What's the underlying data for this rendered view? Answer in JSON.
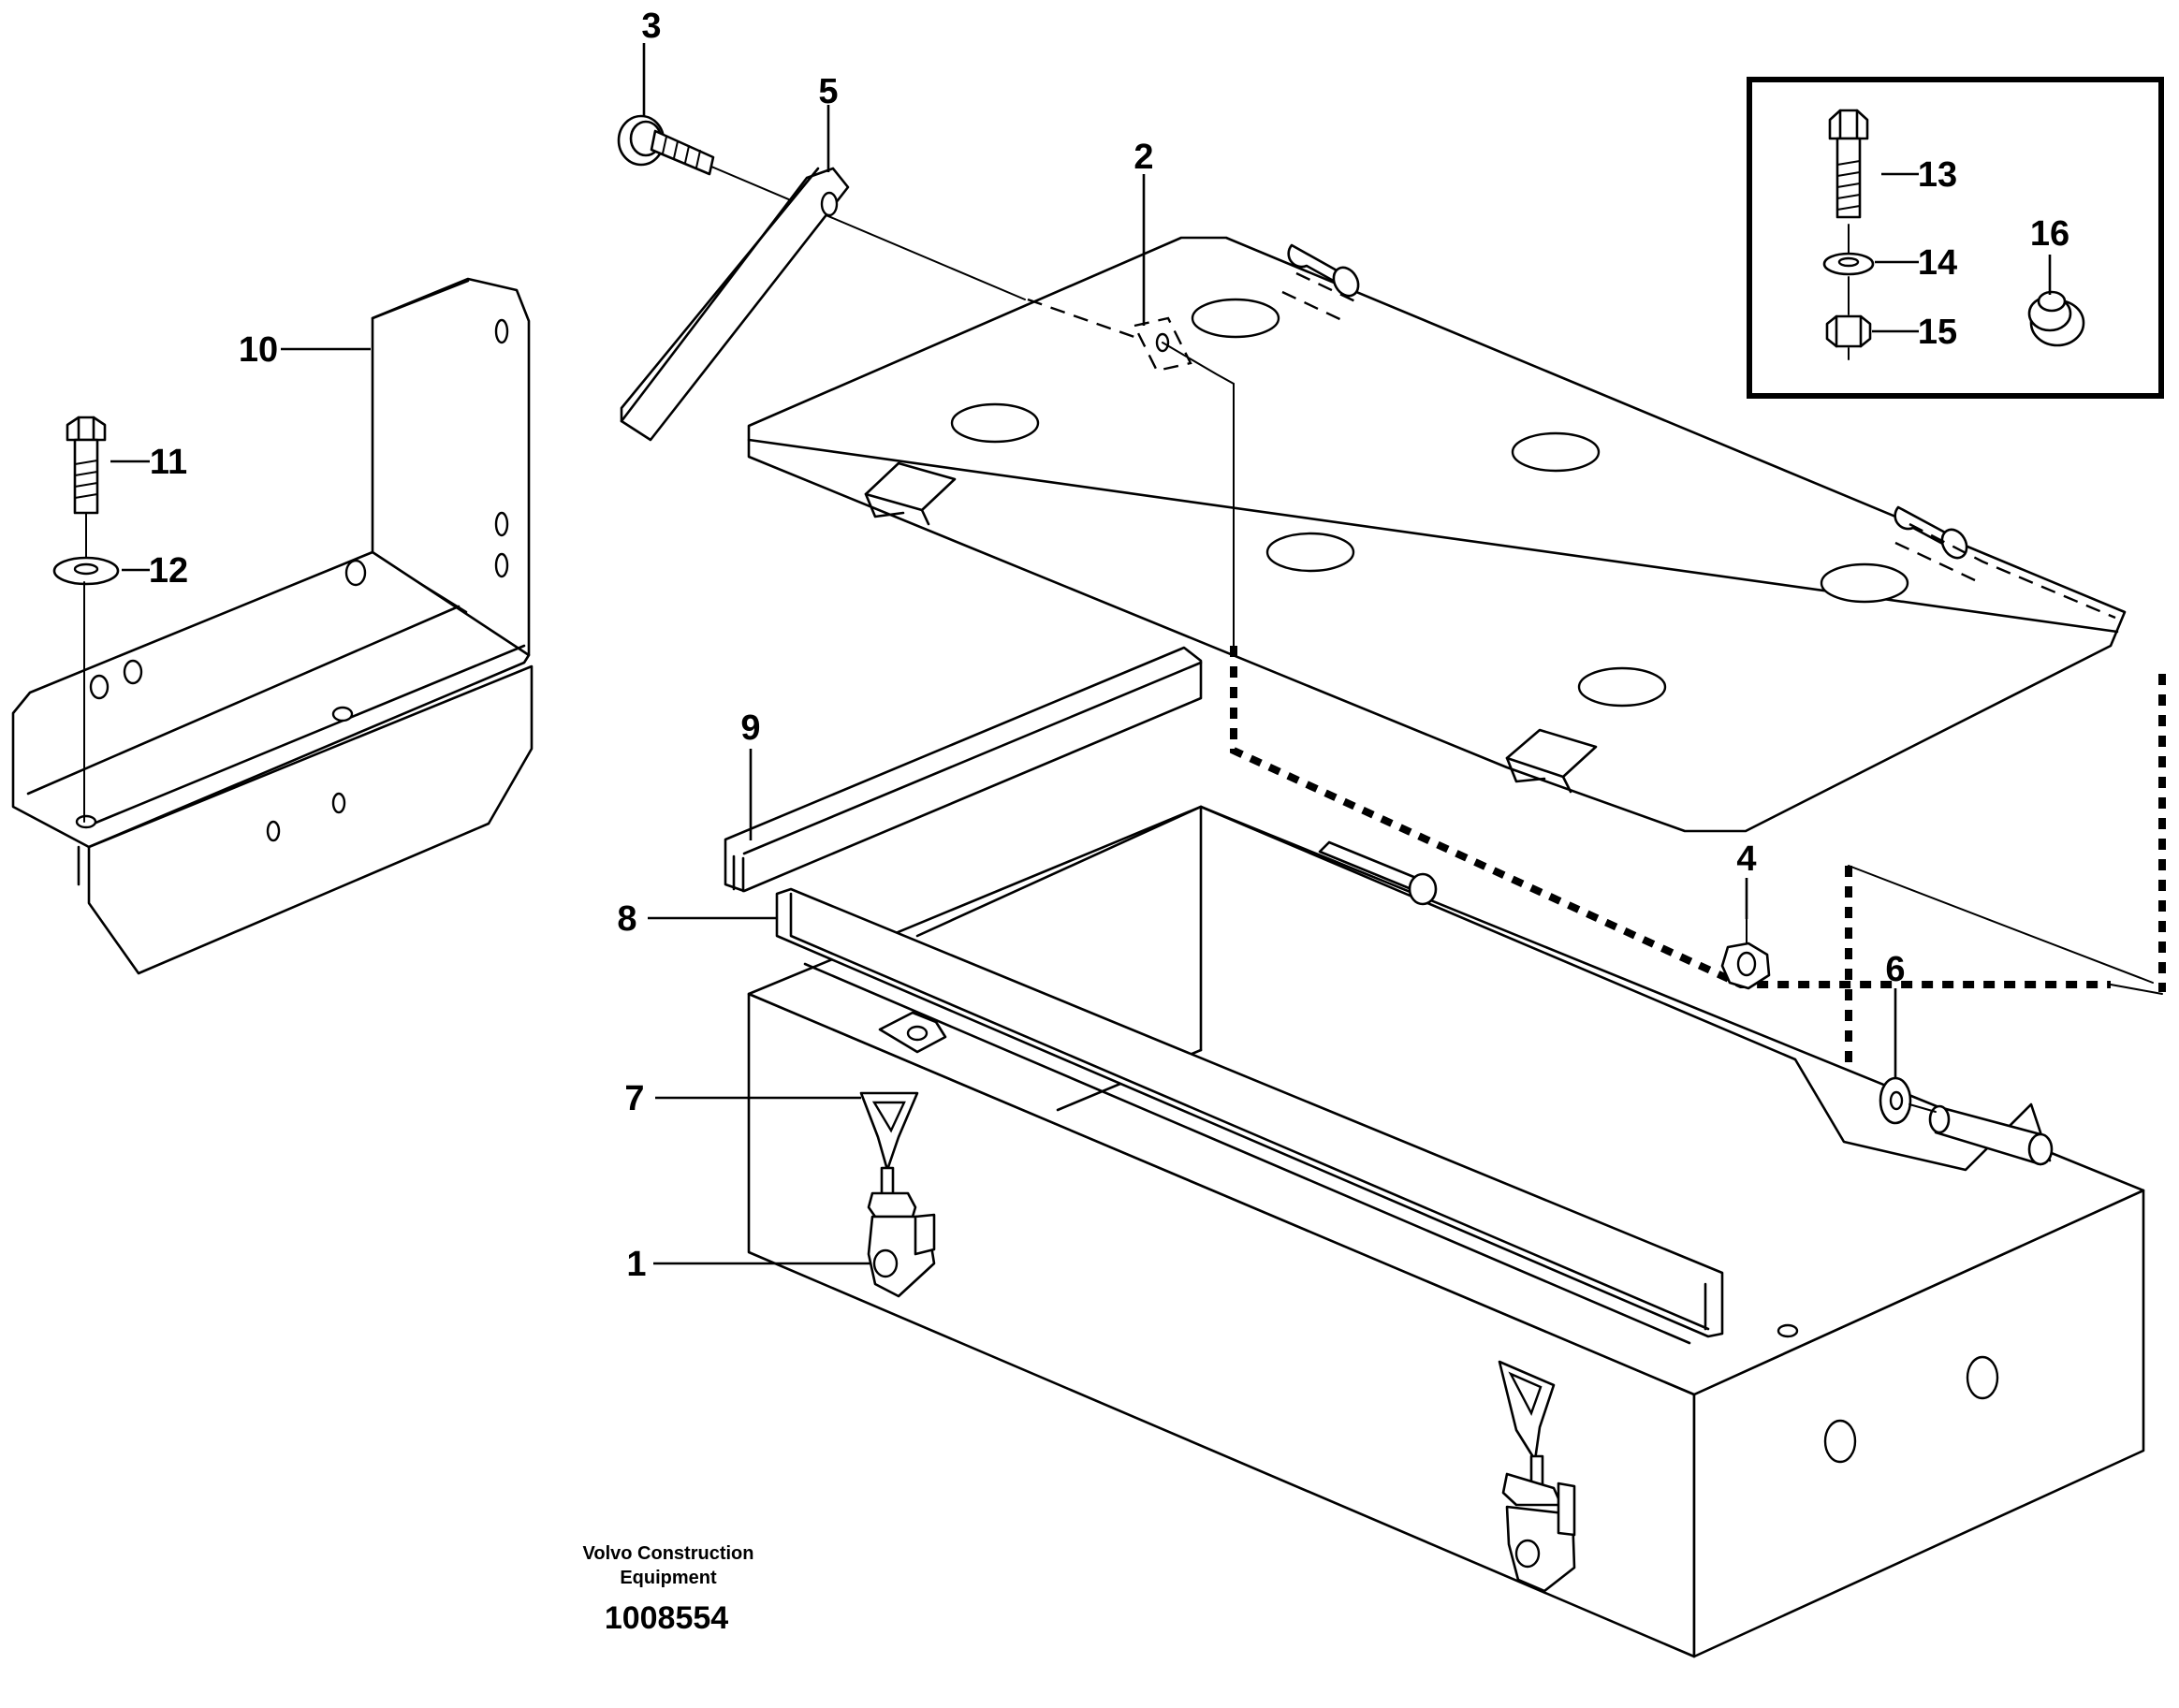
{
  "callouts": {
    "c1": "1",
    "c2": "2",
    "c3": "3",
    "c4": "4",
    "c5": "5",
    "c6": "6",
    "c7": "7",
    "c8": "8",
    "c9": "9",
    "c10": "10",
    "c11": "11",
    "c12": "12",
    "c13": "13",
    "c14": "14",
    "c15": "15",
    "c16": "16"
  },
  "footer": {
    "company_line1": "Volvo Construction",
    "company_line2": "Equipment",
    "drawing_number": "1008554"
  }
}
